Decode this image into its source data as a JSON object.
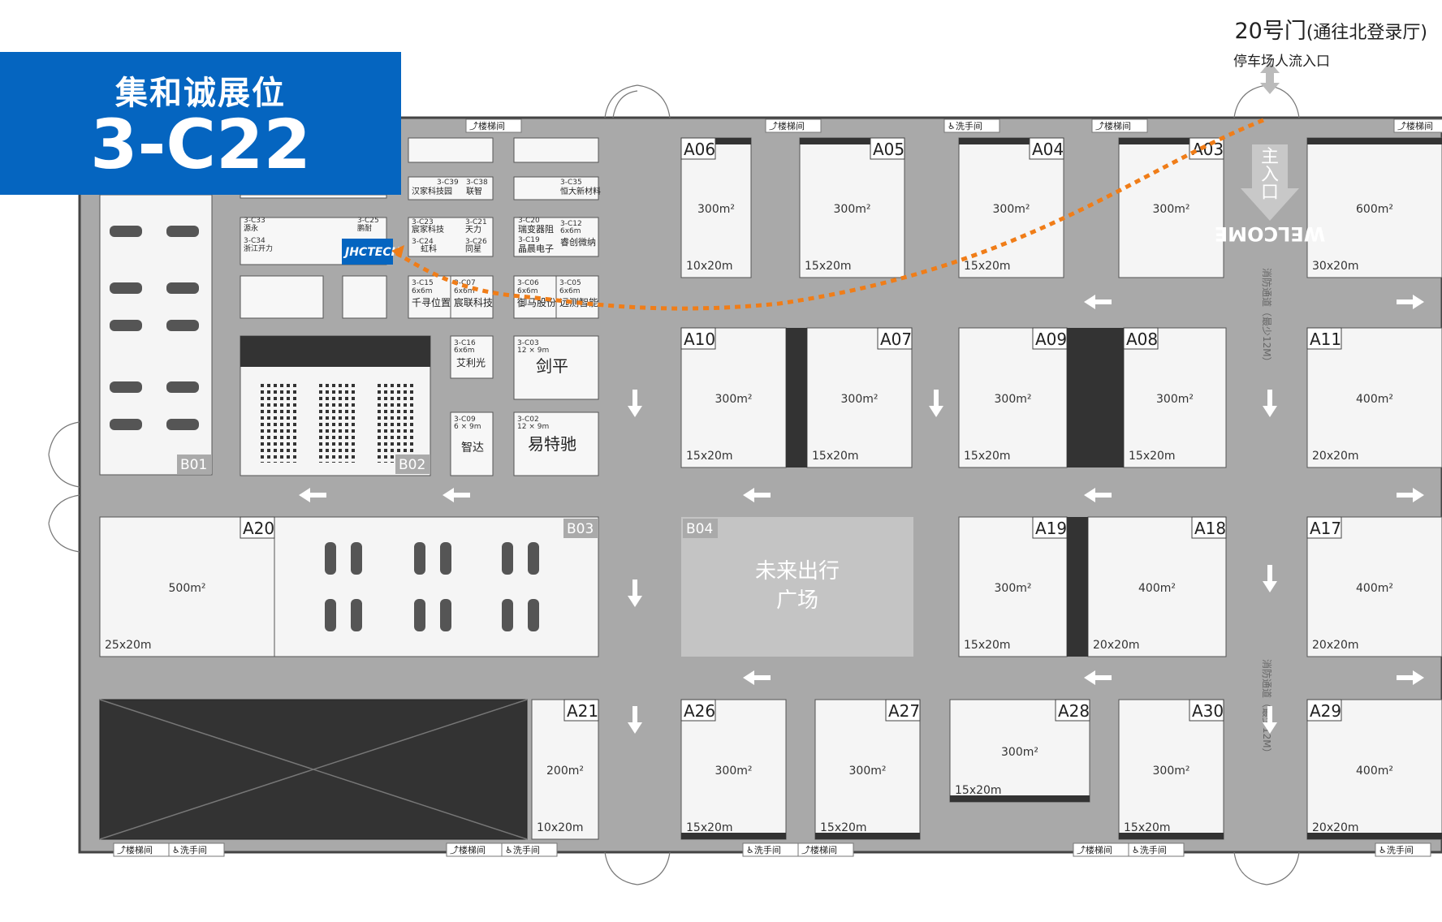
{
  "callout": {
    "title": "集和诚展位",
    "booth": "3-C22"
  },
  "gate": {
    "name": "20号门",
    "note": "(通往北登录厅)",
    "sub": "停车场人流入口"
  },
  "main_entrance": [
    "主",
    "入",
    "口"
  ],
  "welcome_text": "WELCOME",
  "fire_lane_label": "消防通道（最少12M）",
  "plaza": {
    "id": "B04",
    "line1": "未来出行",
    "line2": "广场"
  },
  "amenities": {
    "stairs": "楼梯间",
    "washroom": "洗手间"
  },
  "highlight": {
    "booth": "3-C22",
    "logo": "JHCTECH",
    "route_color": "#f07d18",
    "callout_color": "#0565c0"
  },
  "halls": [
    {
      "id": "A06",
      "area": "300m²",
      "dims": "10x20m"
    },
    {
      "id": "A05",
      "area": "300m²",
      "dims": "15x20m"
    },
    {
      "id": "A04",
      "area": "300m²",
      "dims": "15x20m"
    },
    {
      "id": "A03",
      "area": "300m²",
      "dims": ""
    },
    {
      "id": "",
      "area": "600m²",
      "dims": "30x20m"
    },
    {
      "id": "A10",
      "area": "300m²",
      "dims": "15x20m"
    },
    {
      "id": "A07",
      "area": "300m²",
      "dims": "15x20m"
    },
    {
      "id": "A09",
      "area": "300m²",
      "dims": "15x20m"
    },
    {
      "id": "A08",
      "area": "300m²",
      "dims": "15x20m"
    },
    {
      "id": "A11",
      "area": "400m²",
      "dims": "20x20m"
    },
    {
      "id": "A19",
      "area": "300m²",
      "dims": "15x20m"
    },
    {
      "id": "A18",
      "area": "400m²",
      "dims": "20x20m"
    },
    {
      "id": "A17",
      "area": "400m²",
      "dims": "20x20m"
    },
    {
      "id": "A20",
      "area": "500m²",
      "dims": "25x20m"
    },
    {
      "id": "A21",
      "area": "200m²",
      "dims": "10x20m"
    },
    {
      "id": "A26",
      "area": "300m²",
      "dims": "15x20m"
    },
    {
      "id": "A27",
      "area": "300m²",
      "dims": "15x20m"
    },
    {
      "id": "A28",
      "area": "300m²",
      "dims": "15x20m"
    },
    {
      "id": "A30",
      "area": "300m²",
      "dims": "15x20m"
    },
    {
      "id": "A29",
      "area": "400m²",
      "dims": "20x20m"
    }
  ],
  "zones": [
    "B01",
    "B02",
    "B03"
  ],
  "booths": [
    {
      "code": "3-C15",
      "size": "6x6m",
      "name": "千寻位置"
    },
    {
      "code": "3-C07",
      "size": "6x6m",
      "name": "宸联科技"
    },
    {
      "code": "3-C06",
      "size": "6x6m",
      "name": "御马股份"
    },
    {
      "code": "3-C05",
      "size": "6x6m",
      "name": "远测智能"
    },
    {
      "code": "3-C16",
      "size": "6x6m",
      "name": "艾利光"
    },
    {
      "code": "3-C03",
      "size": "12 × 9m",
      "name": "剑平"
    },
    {
      "code": "3-C09",
      "size": "6 × 9m",
      "name": "智达"
    },
    {
      "code": "3-C02",
      "size": "12 × 9m",
      "name": "易特驰"
    },
    {
      "code": "3-C12",
      "size": "6x6m",
      "name": "睿创微纳"
    },
    {
      "code": "3-C20",
      "size": "",
      "name": "瑞变器阻"
    },
    {
      "code": "3-C19",
      "size": "",
      "name": "晶晨电子"
    },
    {
      "code": "3-C23",
      "size": "",
      "name": "宸家科技"
    },
    {
      "code": "3-C21",
      "size": "",
      "name": "天力"
    },
    {
      "code": "3-C24",
      "size": "",
      "name": "虹科"
    },
    {
      "code": "3-C26",
      "size": "",
      "name": "同星"
    },
    {
      "code": "3-C39",
      "size": "",
      "name": "汉家科技园"
    },
    {
      "code": "3-C38",
      "size": "",
      "name": "联智"
    },
    {
      "code": "3-C35",
      "size": "",
      "name": "恒大新材料"
    },
    {
      "code": "3-C33",
      "size": "",
      "name": "源永"
    },
    {
      "code": "3-C34",
      "size": "",
      "name": "浙江开力"
    },
    {
      "code": "3-C25",
      "size": "",
      "name": "鹏耐"
    }
  ]
}
